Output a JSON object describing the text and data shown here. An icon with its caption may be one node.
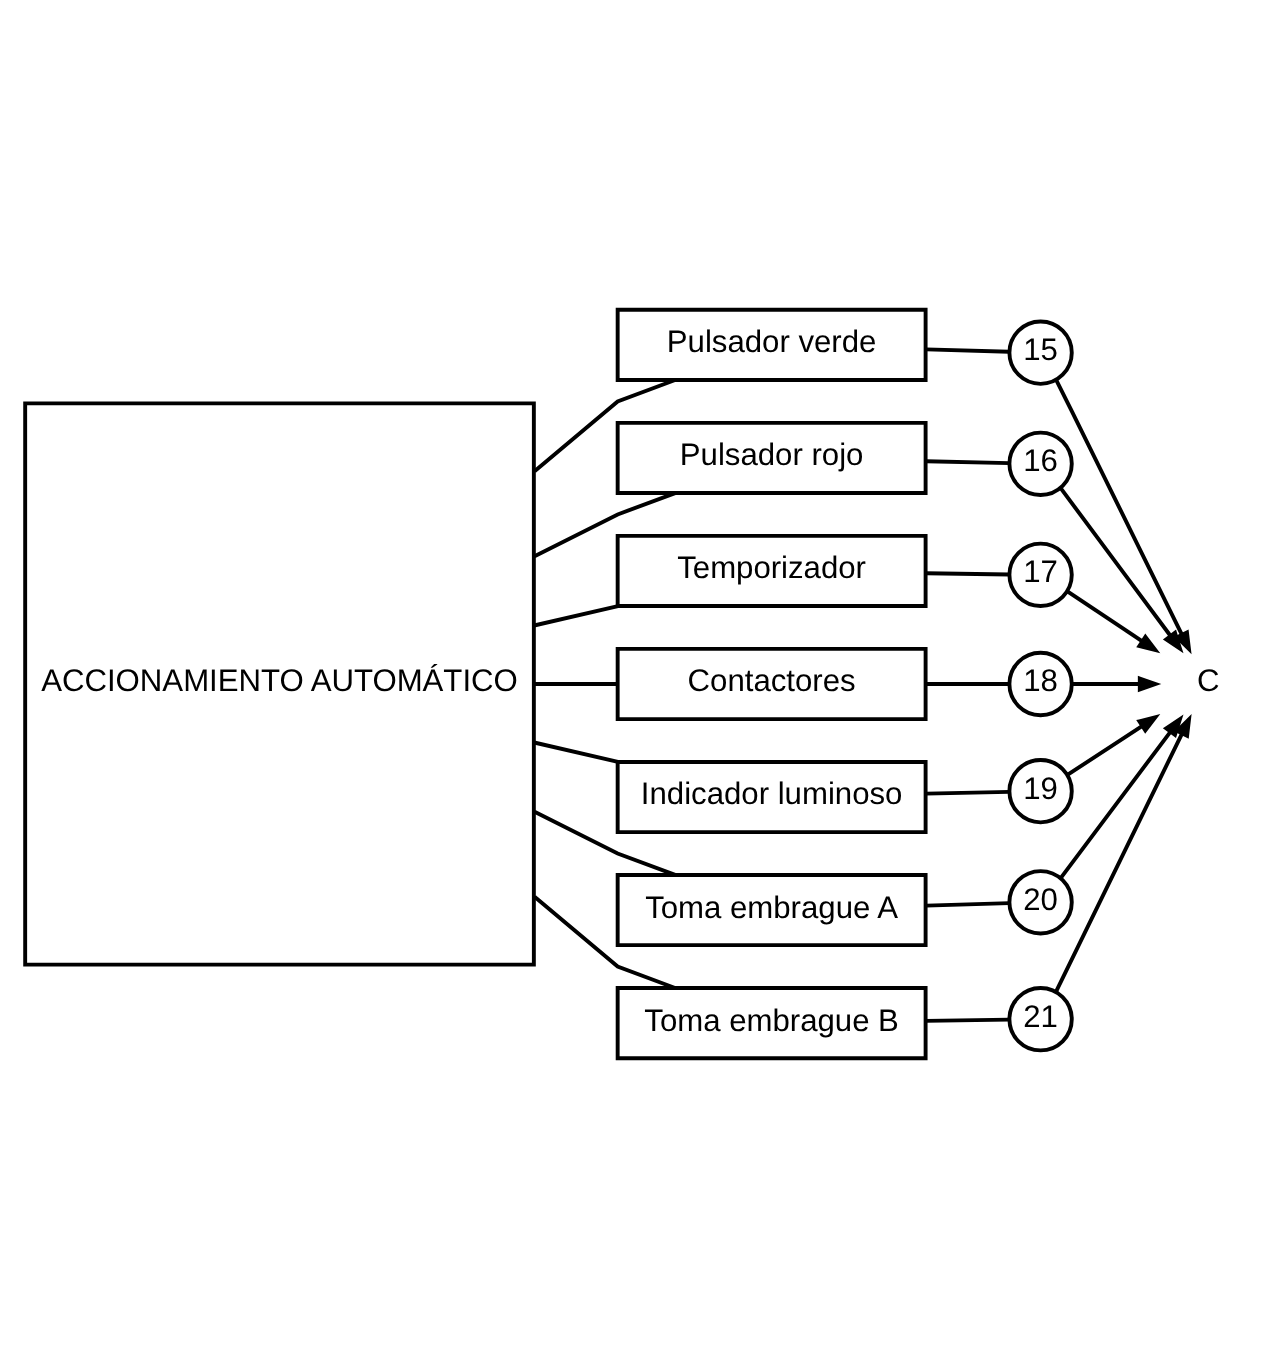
{
  "diagram": {
    "nodes": [
      {
        "text": [
          "ACCIONAMIENTO AUTOMÁTICO"
        ]
      },
      {
        "text": [
          "Pulsador verde"
        ]
      },
      {
        "text": [
          "Pulsador rojo"
        ]
      },
      {
        "text": [
          "Temporizador"
        ]
      },
      {
        "text": [
          "Contactores"
        ]
      },
      {
        "text": [
          "Indicador luminoso"
        ]
      },
      {
        "text": [
          "Toma embrague A"
        ]
      },
      {
        "text": [
          "Toma embrague B"
        ]
      },
      {
        "text": [
          "15"
        ]
      },
      {
        "text": [
          "16"
        ]
      },
      {
        "text": [
          "17"
        ]
      },
      {
        "text": [
          "18"
        ]
      },
      {
        "text": [
          "19"
        ]
      },
      {
        "text": [
          "20"
        ]
      },
      {
        "text": [
          "21"
        ]
      },
      {
        "text": [
          "C"
        ]
      }
    ],
    "edges": [
      {
        "from": 0,
        "to": 1,
        "arrow": "none"
      },
      {
        "from": 0,
        "to": 2,
        "arrow": "none"
      },
      {
        "from": 0,
        "to": 3,
        "arrow": "none"
      },
      {
        "from": 0,
        "to": 4,
        "arrow": "none"
      },
      {
        "from": 0,
        "to": 5,
        "arrow": "none"
      },
      {
        "from": 0,
        "to": 6,
        "arrow": "none"
      },
      {
        "from": 0,
        "to": 7,
        "arrow": "none"
      },
      {
        "from": 1,
        "to": 8,
        "arrow": "none"
      },
      {
        "from": 2,
        "to": 9,
        "arrow": "none"
      },
      {
        "from": 3,
        "to": 10,
        "arrow": "none"
      },
      {
        "from": 4,
        "to": 11,
        "arrow": "none"
      },
      {
        "from": 5,
        "to": 12,
        "arrow": "none"
      },
      {
        "from": 6,
        "to": 13,
        "arrow": "none"
      },
      {
        "from": 7,
        "to": 14,
        "arrow": "none"
      },
      {
        "from": 8,
        "to": 15,
        "arrow": "to"
      },
      {
        "from": 9,
        "to": 15,
        "arrow": "to"
      },
      {
        "from": 10,
        "to": 15,
        "arrow": "to"
      },
      {
        "from": 11,
        "to": 15,
        "arrow": "to"
      },
      {
        "from": 12,
        "to": 15,
        "arrow": "to"
      },
      {
        "from": 13,
        "to": 15,
        "arrow": "to"
      },
      {
        "from": 14,
        "to": 15,
        "arrow": "to"
      }
    ]
  }
}
